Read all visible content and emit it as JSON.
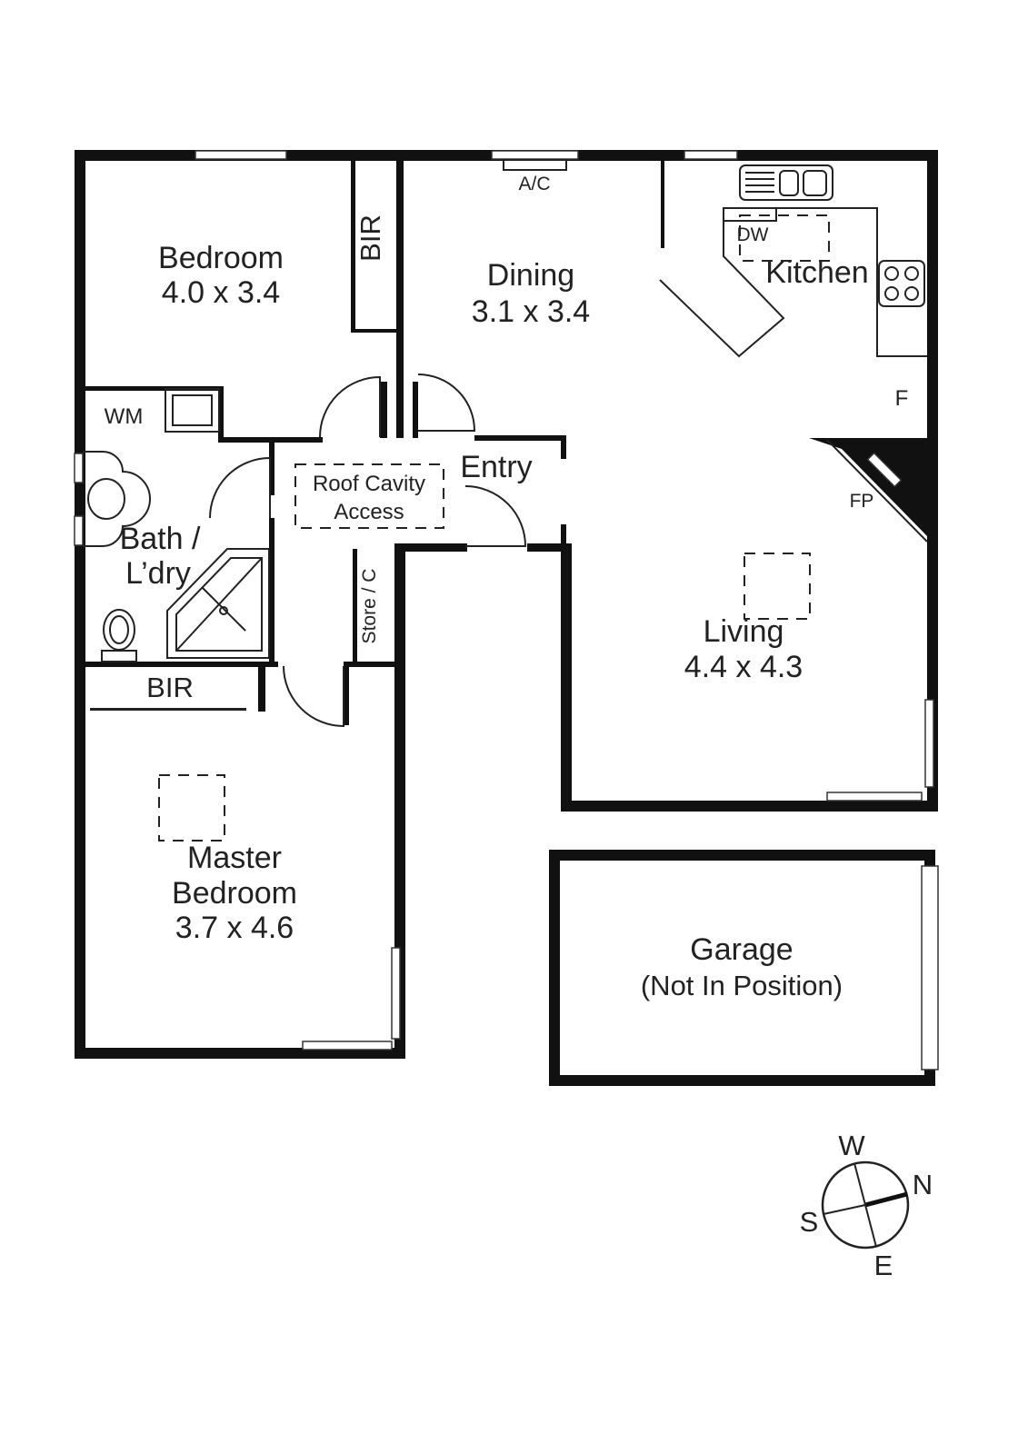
{
  "rooms": {
    "bedroom": {
      "name": "Bedroom",
      "dims": "4.0 x 3.4"
    },
    "dining": {
      "name": "Dining",
      "dims": "3.1 x 3.4"
    },
    "kitchen": {
      "name": "Kitchen"
    },
    "entry": {
      "name": "Entry"
    },
    "living": {
      "name": "Living",
      "dims": "4.4 x 4.3"
    },
    "bath": {
      "line1": "Bath /",
      "line2": "L’dry"
    },
    "master": {
      "line1": "Master",
      "line2": "Bedroom",
      "dims": "3.7 x 4.6"
    },
    "garage": {
      "name": "Garage",
      "note": "(Not In Position)"
    }
  },
  "fixtures": {
    "bir_top": "BIR",
    "bir_bottom": "BIR",
    "ac": "A/C",
    "dw": "DW",
    "fridge": "F",
    "fireplace": "FP",
    "wm": "WM",
    "roof_line1": "Roof Cavity",
    "roof_line2": "Access",
    "store": "Store / C"
  },
  "compass": {
    "north": "N",
    "south": "S",
    "east": "E",
    "west": "W"
  }
}
